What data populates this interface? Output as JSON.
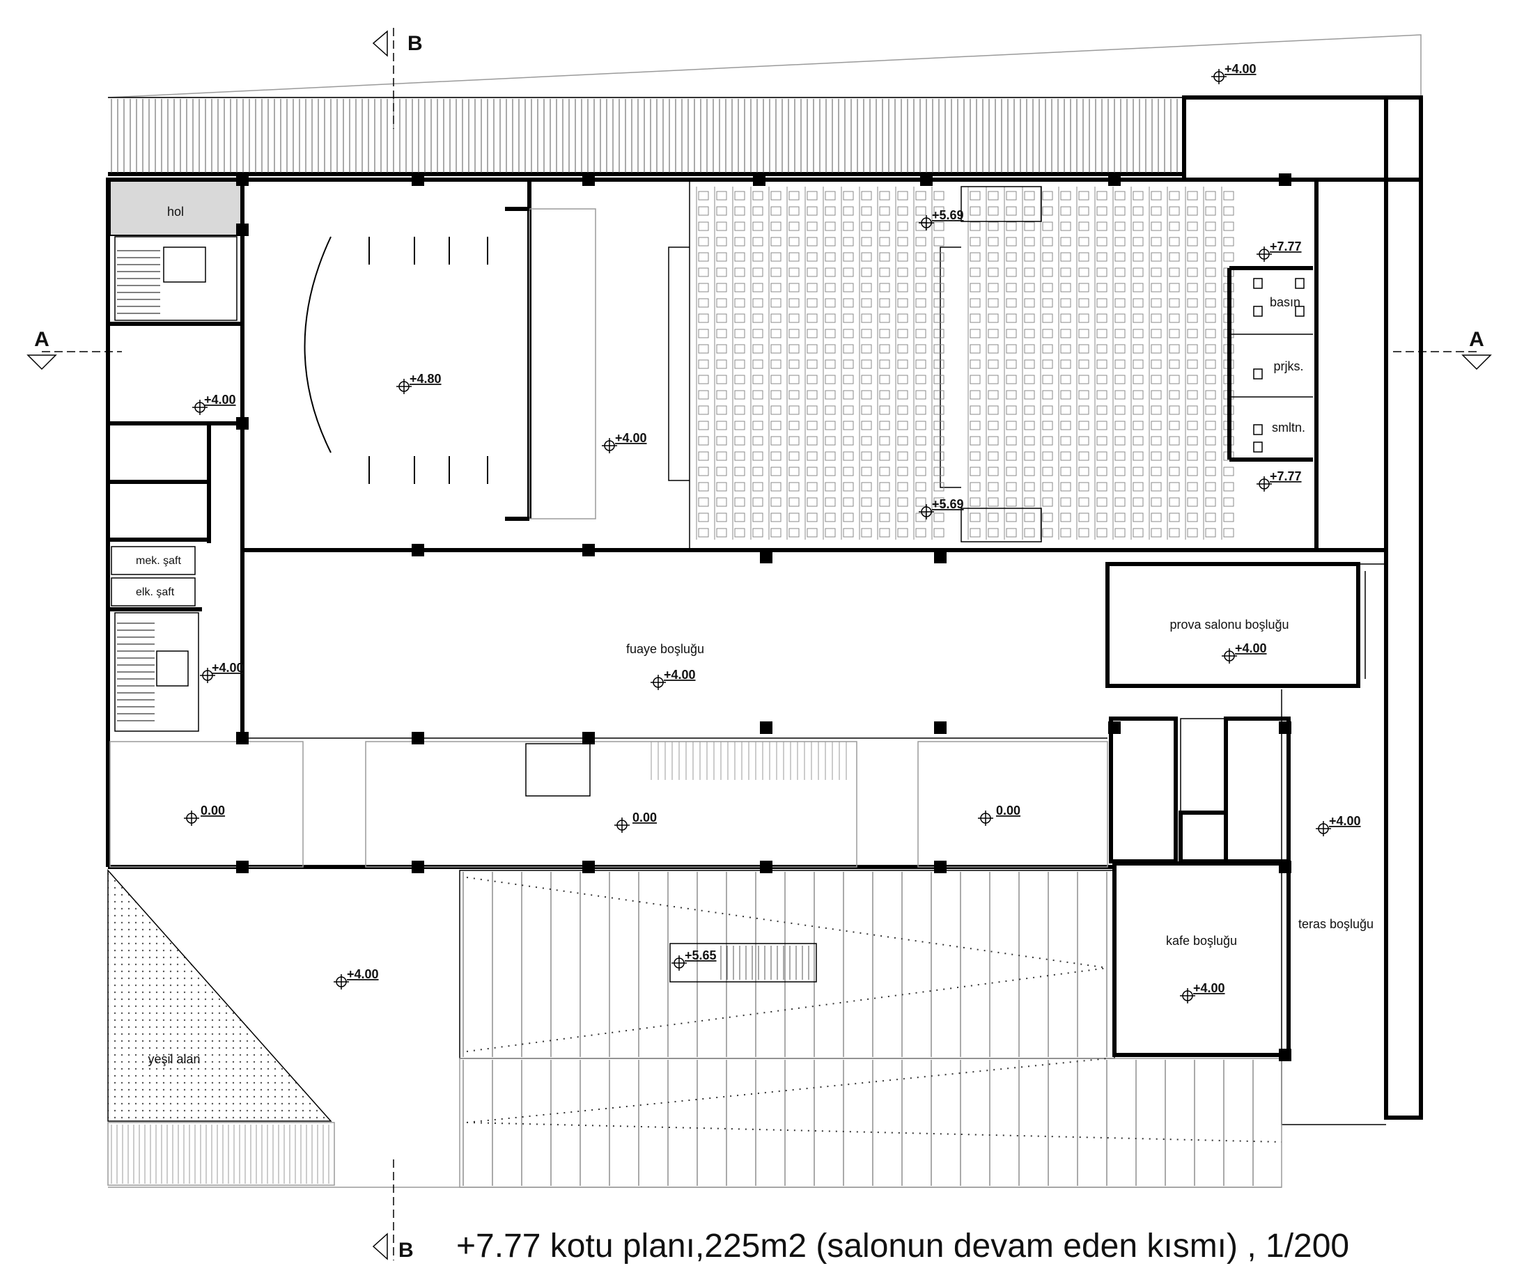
{
  "section_marks": {
    "a_left": "A",
    "a_right": "A",
    "b_top": "B",
    "b_bottom": "B"
  },
  "caption": "+7.77 kotu planı,225m2 (salonun devam eden kısmı) , 1/200",
  "rooms": {
    "hol": "hol",
    "mek_saft": "mek. şaft",
    "elk_saft": "elk. şaft",
    "basin": "basın",
    "prjks": "prjks.",
    "smltn": "smltn.",
    "fuaye": "fuaye boşluğu",
    "prova": "prova salonu boşluğu",
    "kafe": "kafe boşluğu",
    "teras": "teras boşluğu",
    "yesil": "yeşil alan"
  },
  "elevations": {
    "top_right": "+4.00",
    "left_corridor": "+4.00",
    "stage": "+4.80",
    "stage_front": "+4.00",
    "hall_top": "+5.69",
    "hall_bottom": "+5.69",
    "booth_top": "+7.77",
    "booth_bottom": "+7.77",
    "left_lower_stair": "+4.00",
    "fuaye": "+4.00",
    "prova": "+4.00",
    "ground_left": "0.00",
    "ground_mid": "0.00",
    "ground_right": "0.00",
    "teras": "+4.00",
    "terrace_left": "+4.00",
    "steps_stair": "+5.65",
    "kafe": "+4.00"
  }
}
